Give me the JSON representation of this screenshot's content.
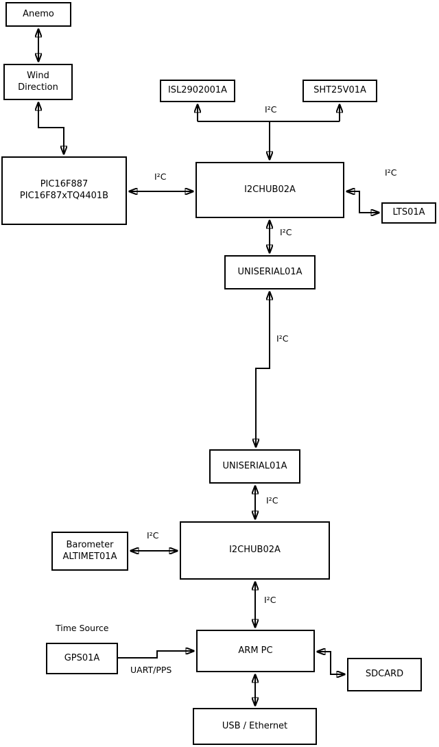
{
  "diagram": {
    "colors": {
      "line": "#000000",
      "background": "#ffffff",
      "box_fill": "#ffffff",
      "text": "#000000"
    },
    "nodes": {
      "anemo": {
        "label": "Anemo"
      },
      "wind": {
        "line1": "Wind",
        "line2": "Direction"
      },
      "pic": {
        "line1": "PIC16F887",
        "line2": "PIC16F87xTQ4401B"
      },
      "isl": {
        "label": "ISL2902001A"
      },
      "sht": {
        "label": "SHT25V01A"
      },
      "hub1": {
        "label": "I2CHUB02A"
      },
      "lts": {
        "label": "LTS01A"
      },
      "uniserial1": {
        "label": "UNISERIAL01A"
      },
      "uniserial2": {
        "label": "UNISERIAL01A"
      },
      "hub2": {
        "label": "I2CHUB02A"
      },
      "barometer": {
        "line1": "Barometer",
        "line2": "ALTIMET01A"
      },
      "gps": {
        "label": "GPS01A"
      },
      "arm_pc": {
        "label": "ARM PC"
      },
      "sdcard": {
        "label": "SDCARD"
      },
      "usb": {
        "label": "USB / Ethernet"
      }
    },
    "labels": {
      "i2c_top": "I²C",
      "i2c_left": "I²C",
      "i2c_right": "I²C",
      "i2c_hub1_uni1": "I²C",
      "i2c_long": "I²C",
      "i2c_uni2_hub2": "I²C",
      "i2c_baro": "I²C",
      "i2c_hub2_arm": "I²C",
      "time_source": "Time Source",
      "uart_pps": "UART/PPS"
    },
    "edges": [
      {
        "from": "Anemo",
        "to": "Wind Direction",
        "bidirectional": true,
        "label": ""
      },
      {
        "from": "Wind Direction",
        "to": "PIC16F887 PIC16F87xTQ4401B",
        "bidirectional": true,
        "label": ""
      },
      {
        "from": "PIC16F887 PIC16F87xTQ4401B",
        "to": "I2CHUB02A (top)",
        "bidirectional": true,
        "label": "I²C"
      },
      {
        "from": "I2CHUB02A (top)",
        "to": "ISL2902001A",
        "bidirectional": false,
        "label": "I²C"
      },
      {
        "from": "I2CHUB02A (top)",
        "to": "SHT25V01A",
        "bidirectional": false,
        "label": "I²C"
      },
      {
        "from": "I2CHUB02A (top)",
        "to": "LTS01A",
        "bidirectional": true,
        "label": "I²C"
      },
      {
        "from": "I2CHUB02A (top)",
        "to": "UNISERIAL01A (upper)",
        "bidirectional": true,
        "label": "I²C"
      },
      {
        "from": "UNISERIAL01A (upper)",
        "to": "UNISERIAL01A (lower)",
        "bidirectional": true,
        "label": "I²C"
      },
      {
        "from": "UNISERIAL01A (lower)",
        "to": "I2CHUB02A (bottom)",
        "bidirectional": true,
        "label": "I²C"
      },
      {
        "from": "Barometer ALTIMET01A",
        "to": "I2CHUB02A (bottom)",
        "bidirectional": true,
        "label": "I²C"
      },
      {
        "from": "I2CHUB02A (bottom)",
        "to": "ARM PC",
        "bidirectional": true,
        "label": "I²C"
      },
      {
        "from": "GPS01A",
        "to": "ARM PC",
        "bidirectional": false,
        "label": "UART/PPS"
      },
      {
        "from": "ARM PC",
        "to": "SDCARD",
        "bidirectional": true,
        "label": ""
      },
      {
        "from": "ARM PC",
        "to": "USB / Ethernet",
        "bidirectional": true,
        "label": ""
      }
    ]
  }
}
